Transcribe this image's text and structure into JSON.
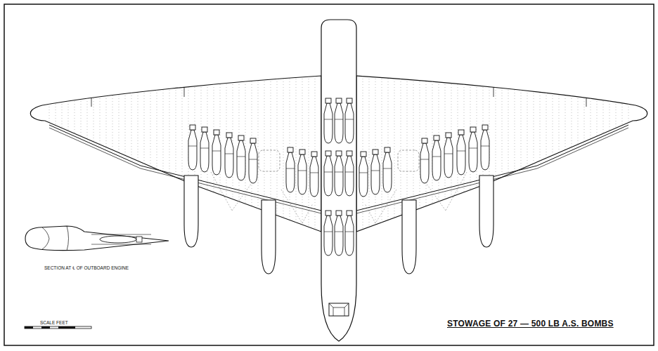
{
  "diagram": {
    "title": "STOWAGE OF 27 — 500 LB A.S. BOMBS",
    "labels": [
      "SECTION AT ℄ OF OUTBOARD ENGINE",
      "SCALE FEET"
    ]
  }
}
